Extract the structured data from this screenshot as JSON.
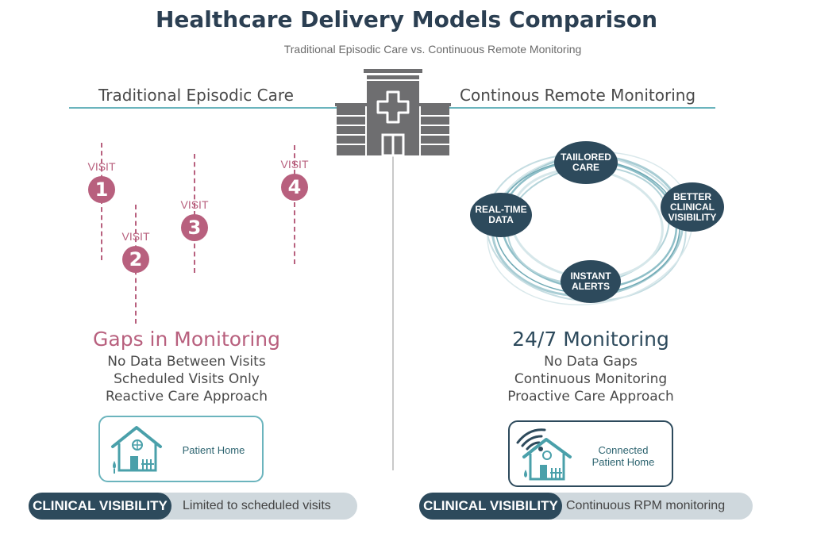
{
  "title": "Healthcare Delivery Models Comparison",
  "subtitle": "Traditional Episodic Care vs. Continuous Remote Monitoring",
  "left": {
    "heading": "Traditional Episodic Care",
    "visit_label": "VISIT",
    "visits": [
      "1",
      "2",
      "3",
      "4"
    ],
    "summary_title": "Gaps in Monitoring",
    "points": [
      "No Data Between Visits",
      "Scheduled Visits Only",
      "Reactive Care Approach"
    ],
    "home_label": "Patient Home",
    "pill_label": "CLINICAL VISIBILITY",
    "pill_text": "Limited to scheduled visits"
  },
  "right": {
    "heading": "Continous Remote Monitoring",
    "nodes": {
      "tailored": [
        "TAIILORED",
        "CARE"
      ],
      "realtime": [
        "REAL-TIME",
        "DATA"
      ],
      "better": [
        "BETTER",
        "CLINICAL",
        "VISIBILITY"
      ],
      "instant": [
        "INSTANT",
        "ALERTS"
      ]
    },
    "summary_title": "24/7 Monitoring",
    "points": [
      "No Data Gaps",
      "Continuous Monitoring",
      "Proactive Care Approach"
    ],
    "home_label_line1": "Connected",
    "home_label_line2": "Patient Home",
    "pill_label": "CLINICAL VISIBILITY",
    "pill_text": "Continuous RPM monitoring"
  },
  "colors": {
    "primary_dark": "#2d4a5c",
    "accent_pink": "#b8607e",
    "accent_teal": "#6bb4bd",
    "hospital_gray": "#6e6e70"
  },
  "icons": [
    "hospital-icon",
    "house-icon",
    "wifi-icon",
    "tree-icon"
  ]
}
